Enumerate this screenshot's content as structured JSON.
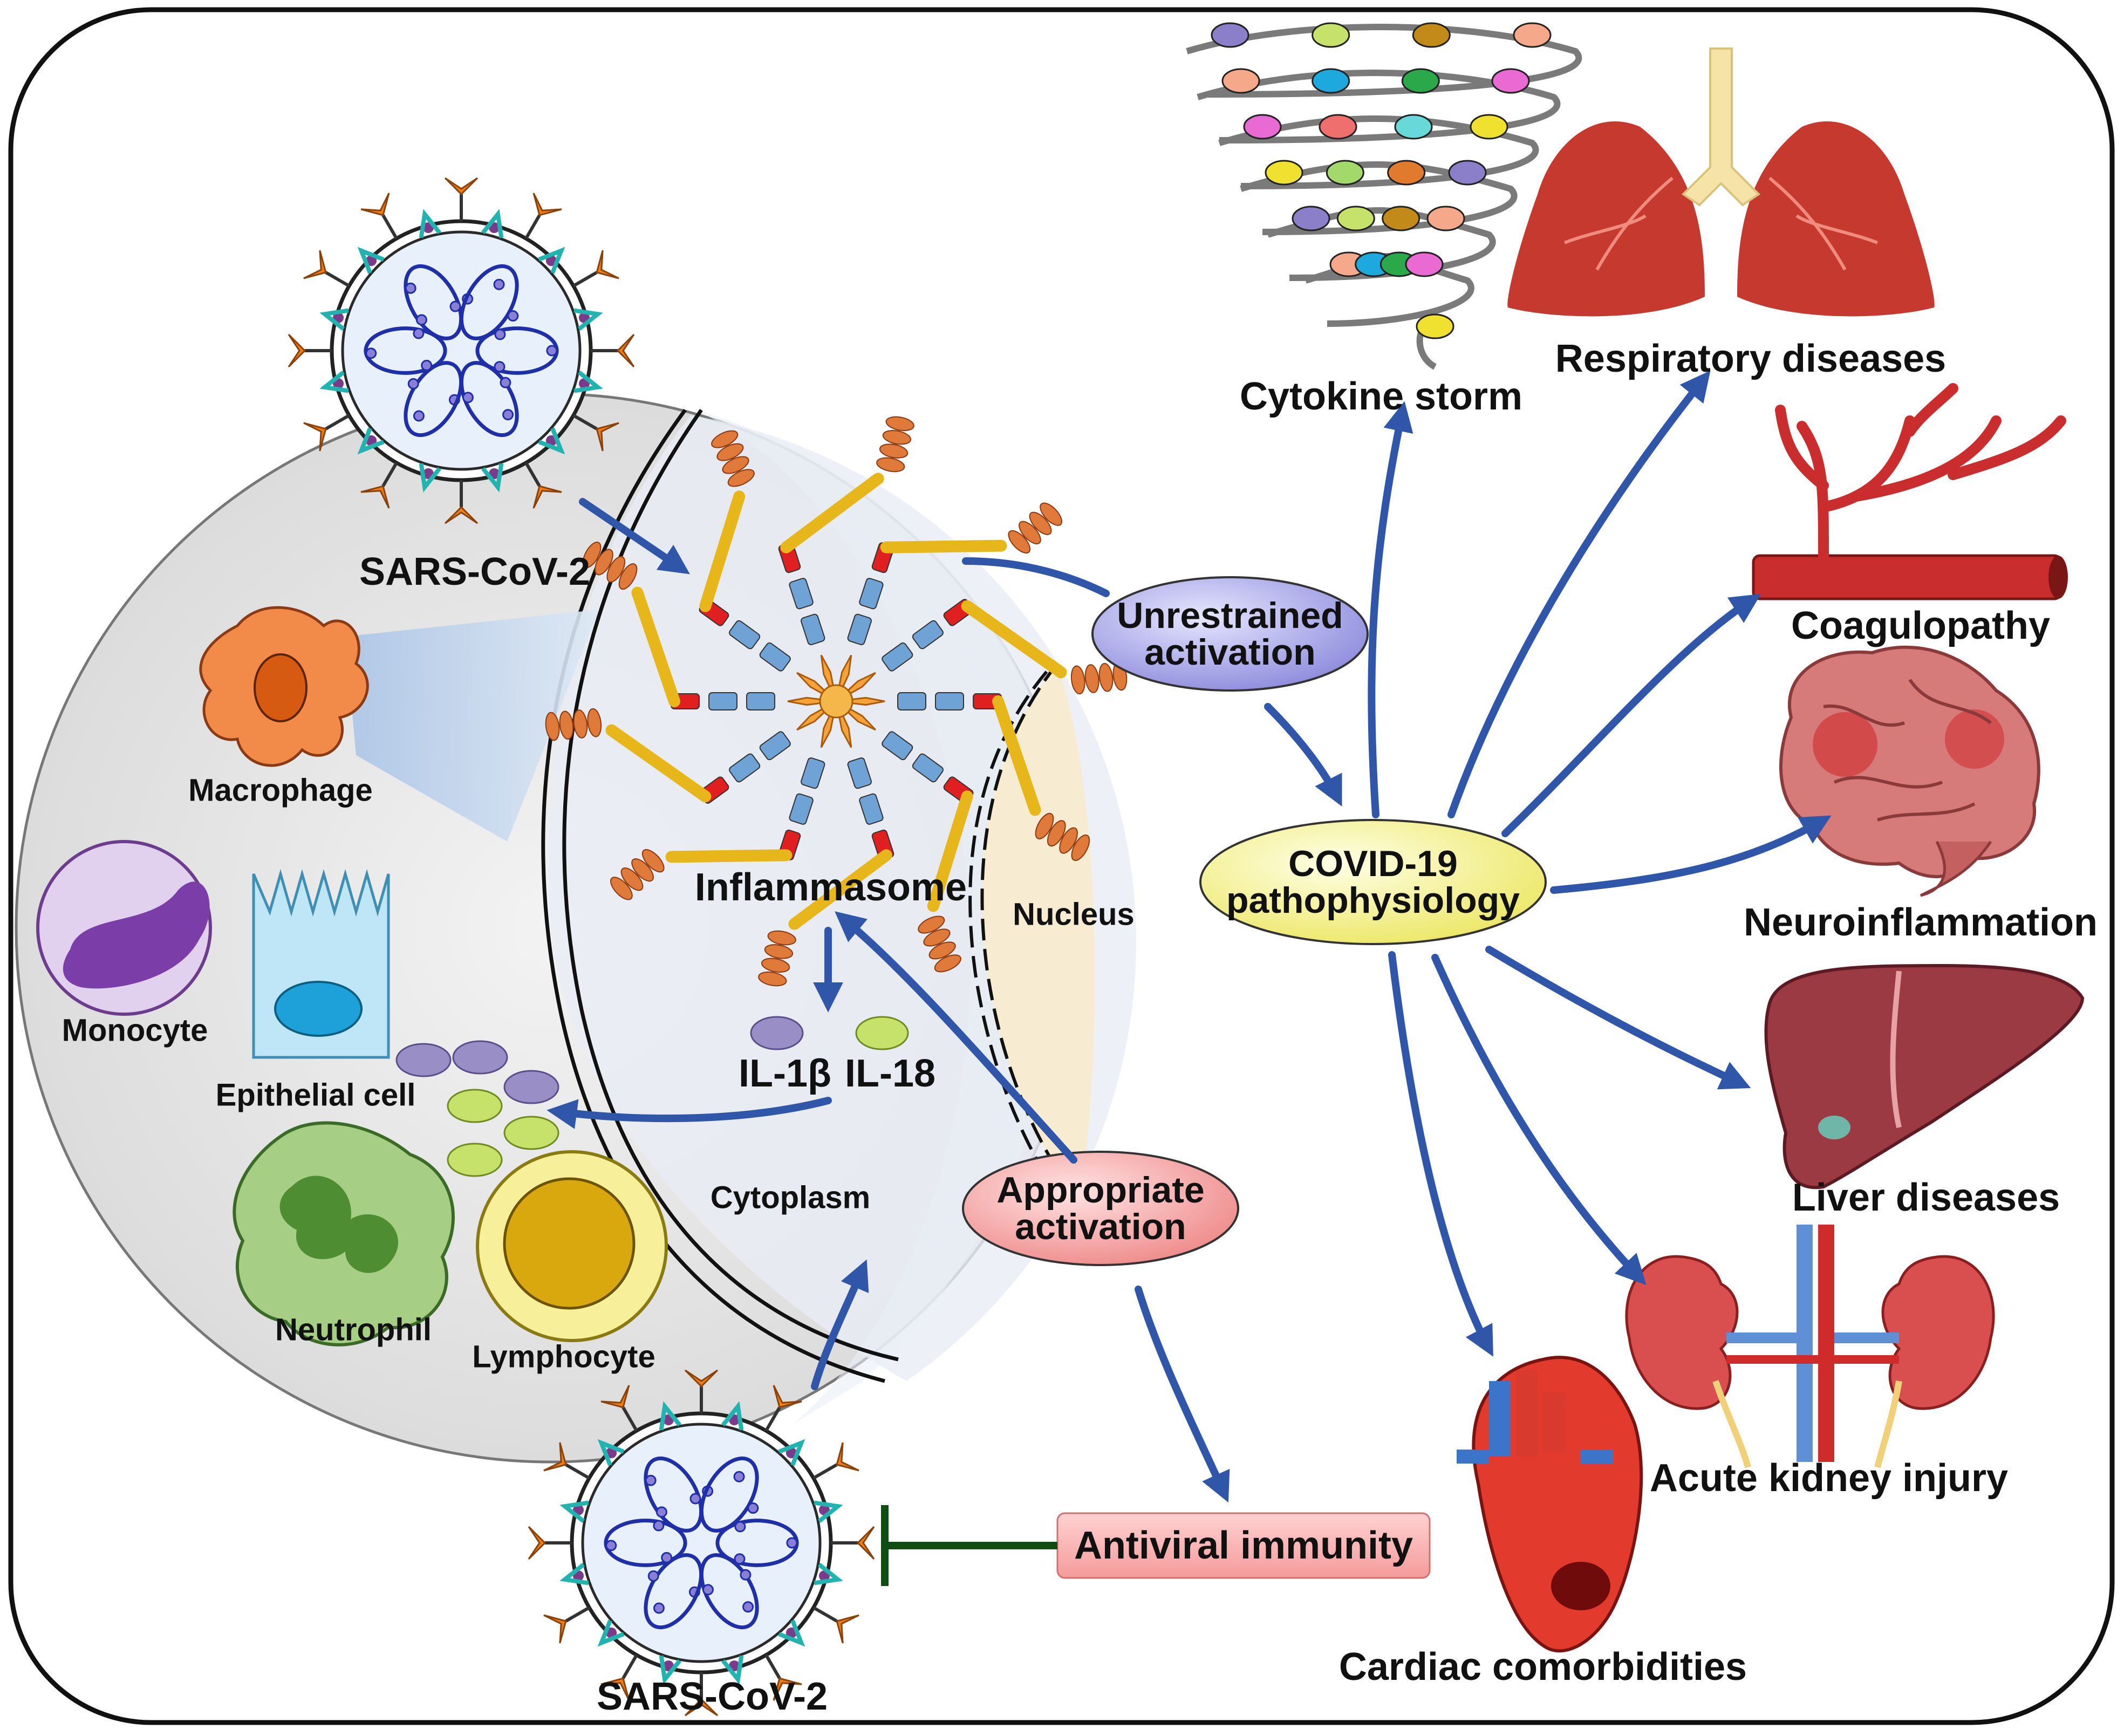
{
  "labels": {
    "sars_top": "SARS-CoV-2",
    "sars_bottom": "SARS-CoV-2",
    "macrophage": "Macrophage",
    "monocyte": "Monocyte",
    "epithelial": "Epithelial cell",
    "neutrophil": "Neutrophil",
    "lymphocyte": "Lymphocyte",
    "inflammasome": "Inflammasome",
    "nucleus": "Nucleus",
    "il1b": "IL-1β",
    "il18": "IL-18",
    "cytoplasm": "Cytoplasm",
    "unrestrained_1": "Unrestrained",
    "unrestrained_2": "activation",
    "appropriate_1": "Appropriate",
    "appropriate_2": "activation",
    "covid_1": "COVID-19",
    "covid_2": "pathophysiology",
    "antiviral": "Antiviral immunity",
    "cytokine_storm": "Cytokine storm",
    "respiratory": "Respiratory diseases",
    "coagulopathy": "Coagulopathy",
    "neuroinflammation": "Neuroinflammation",
    "liver": "Liver diseases",
    "kidney": "Acute kidney injury",
    "cardiac": "Cardiac comorbidities"
  },
  "colors": {
    "arrow": "#2f56a8",
    "inhibit": "#0f4d12",
    "unrestrained_fill": "#8d8bdc",
    "appropriate_fill": "#f08f8f",
    "covid_fill": "#f2ef7a",
    "antiviral_fill": "#f6a3a3",
    "macrophage": "#f08a4b",
    "monocyte": "#8e4fb5",
    "epithelial": "#6fc8ec",
    "neutrophil": "#6fa54f",
    "lymphocyte": "#e0b21e",
    "il1b": "#9a8ec7",
    "il18": "#c6e26a"
  }
}
